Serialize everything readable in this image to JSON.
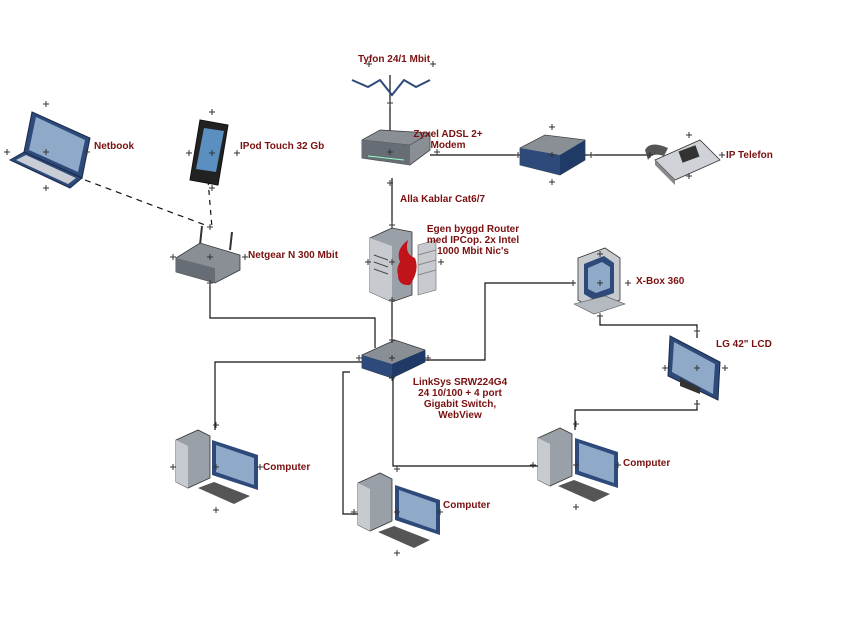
{
  "nodes": {
    "internet": {
      "label": "Tyfon 24/1 Mbit"
    },
    "modem": {
      "label_line1": "Zyxel ADSL 2+",
      "label_line2": "Modem"
    },
    "cable": {
      "label": "Alla Kablar Cat6/7"
    },
    "router": {
      "label_line1": "Egen byggd Router",
      "label_line2": "med IPCop. 2x Intel",
      "label_line3": "1000 Mbit Nic's"
    },
    "voip_box": {
      "label": ""
    },
    "phone": {
      "label": "IP Telefon"
    },
    "netbook": {
      "label": "Netbook"
    },
    "ipod": {
      "label": "IPod Touch 32 Gb"
    },
    "wifi": {
      "label": "Netgear N 300 Mbit"
    },
    "xbox": {
      "label": "X-Box 360"
    },
    "tv": {
      "label": "LG 42\" LCD"
    },
    "switch": {
      "label_line1": "LinkSys SRW224G4",
      "label_line2": "24 10/100 + 4 port",
      "label_line3": "Gigabit Switch,",
      "label_line4": "WebView"
    },
    "pc1": {
      "label": "Computer"
    },
    "pc2": {
      "label": "Computer"
    },
    "pc3": {
      "label": "Computer"
    }
  },
  "colors": {
    "label": "#7a1010",
    "wire": "#111111",
    "device_blue": "#2d4a7a",
    "device_gray": "#8a8f96",
    "screen": "#6f8fb0"
  }
}
